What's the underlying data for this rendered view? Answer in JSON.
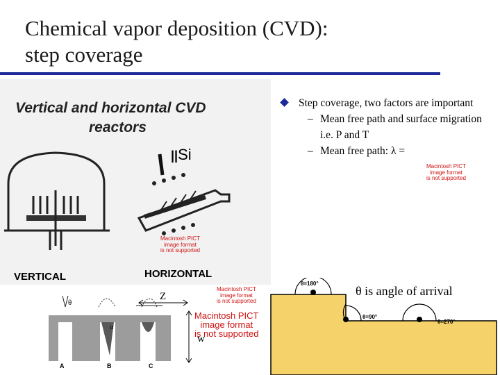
{
  "slide": {
    "title_line1": "Chemical vapor deposition (CVD):",
    "title_line2": "step coverage",
    "bullet_main": "Step coverage, two factors are important",
    "sub1": "Mean free path and surface migration i.e. P and T",
    "sub2_prefix": "Mean free path: λ =",
    "dash": "–",
    "theta_arrival": "θ is angle of arrival"
  },
  "figure_reactors": {
    "heading_line1": "Vertical and horizontal CVD",
    "heading_line2": "reactors",
    "label_vertical": "VERTICAL",
    "label_horizontal": "HORIZONTAL",
    "si_label": "Si"
  },
  "figure_steps": {
    "label_z": "Z",
    "label_w": "w",
    "label_a": "A",
    "label_b": "B",
    "label_c": "C",
    "theta": "θ",
    "alpha": "α"
  },
  "figure_arrival": {
    "angle_180": "θ=180°",
    "angle_90": "θ=90°",
    "angle_270": "θ=270°"
  },
  "pict_placeholder": "Macintosh PICT\nimage format\nis not supported",
  "colors": {
    "title_rule": "#1f2a9a",
    "bullet": "#1f2a9a",
    "placeholder_text": "#d01010",
    "substrate": "#f5d36a"
  }
}
